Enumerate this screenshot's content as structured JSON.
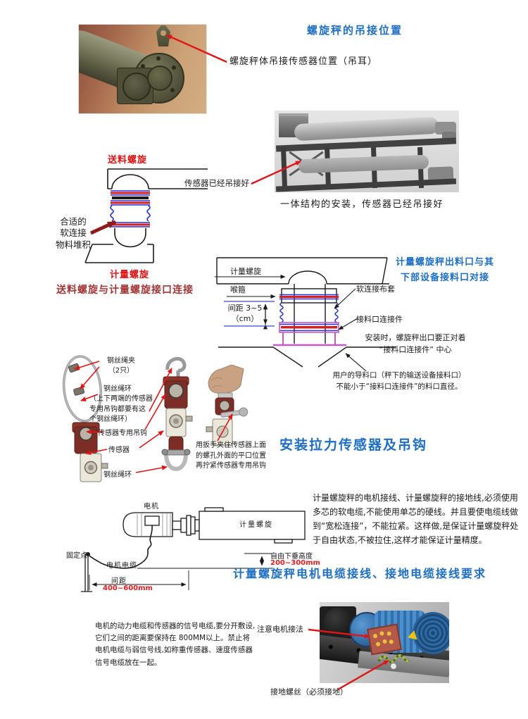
{
  "colors": {
    "title_blue": "#1e6fc4",
    "label_red": "#e01212",
    "caption_maroon": "#a23535",
    "dim_red": "#e02020",
    "arrow_red": "#e01616"
  },
  "section1": {
    "title": "螺旋秤的吊接位置",
    "photo_label": "螺旋秤体吊接传感器位置（吊耳）"
  },
  "section2": {
    "label": "传感器已经吊接好",
    "caption": "一体结构的安装，传感器已经吊接好"
  },
  "section3": {
    "top_label": "送料螺旋",
    "side_label": "合适的\n软连接\n物料堆积",
    "bottom_label": "计量螺旋",
    "caption": "送料螺旋与计量螺旋接口连接"
  },
  "section4": {
    "title": "计量螺旋秤出料口与其\n下部设备接料口对接",
    "label_screw": "计量螺旋",
    "label_clamp": "喉箍",
    "label_gap": "间距 3~5\n（cm）",
    "label_sleeve": "软连接布套",
    "label_connector": "接料口连接件",
    "note_center": "安装时，螺旋秤出口要正对着\n“接料口连接件” 中心",
    "note_outlet": "用户的导料口（秤下的输送设备接料口）\n不能小于“接料口连接件”的料口直径。"
  },
  "section5": {
    "label_clamp": "钢丝绳夹\n（2只）",
    "label_ring1": "钢丝绳环",
    "label_ring1_note": "（上下两端的传感器\n专用吊钩都要有这\n个钢丝绳环）",
    "label_hook": "传感器专用吊钩",
    "label_sensor": "传感器",
    "label_ring2": "钢丝绳环",
    "wrench_note": "用扳手夹住传感器上面\n的螺孔外面的平口位置\n再拧紧传感器专用吊钩",
    "title": "安装拉力传感器及吊钩"
  },
  "section6": {
    "label_motor": "电机",
    "label_screw": "计量螺旋",
    "label_fixpoint": "固定点",
    "label_cable": "电机电缆",
    "dim_sag_label": "自由下垂高度",
    "dim_sag_value": "200~300mm",
    "dim_span_label": "间距",
    "dim_span_value": "400~600mm",
    "paragraph": "计量螺旋秤的电机接线、计量螺旋秤的接地线,必须使用多芯的软电缆,不能使用单芯的硬线。并且要使电缆线做到“宽松连接”，不能拉紧。这样做,是保证计量螺旋秤处于自由状态,不被拉住,这样才能保证计量精度。",
    "title": "计量螺旋秤电机电缆接线、接地电缆接线要求"
  },
  "section7": {
    "paragraph": "电机的动力电缆和传感器的信号电缆,要分开敷设,\n它们之间的距离要保持在 800MM以上。禁止将\n电机电缆与弱信号线,如称重传感器、速度传感器\n信号电缆放在一起。",
    "label_wiring": "注意电机接法",
    "label_ground": "接地螺丝（必须接地）"
  }
}
